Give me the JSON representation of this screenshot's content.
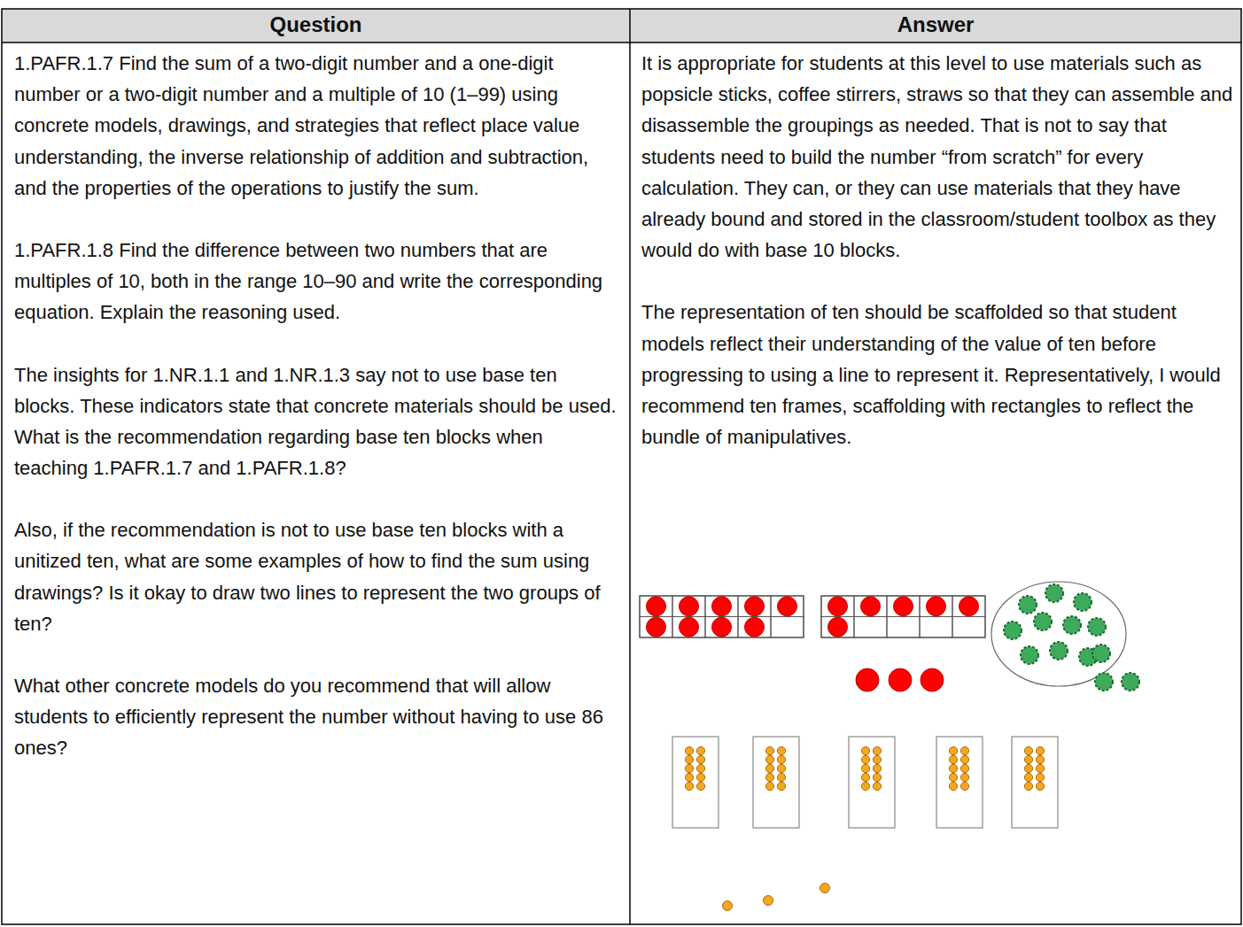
{
  "diagram": {
    "labels": [
      "Question",
      "Answer",
      "1.PAFR.1.7 Find the sum of a two-digit number and a one-digit number or a two-digit number and a multiple of 10 (1–99) using concrete models, drawings, and strategies that reflect place value understanding, the inverse relationship of addition and subtraction, and the properties of the operations to justify the sum.",
      "1.PAFR.1.8 Find the difference between two numbers that are multiples of 10, both in the range 10–90 and write the corresponding equation. Explain the reasoning used.",
      "The insights for 1.NR.1.1 and 1.NR.1.3 say not to use base ten blocks. These indicators state that concrete materials should be used. What is the recommendation regarding base ten blocks when teaching 1.PAFR.1.7 and 1.PAFR.1.8?",
      "Also, if the recommendation is not to use base ten blocks with a unitized ten, what are some examples of how to find the sum using drawings?  Is it okay to draw two lines to represent the two groups of ten?",
      "What other concrete models do you recommend that will allow students to efficiently represent the number without having to use 86 ones?",
      "It is appropriate for students at this level to use materials such as popsicle sticks, coffee stirrers, straws so that they can assemble and disassemble the groupings as needed. That is not to say that students need to build the number “from scratch” for every calculation. They can, or they can use materials that they have already bound and stored in the classroom/student toolbox as they would do with base 10 blocks.",
      "The representation of ten should be scaffolded so that student models reflect their understanding of the value of ten before progressing to using a line to represent it. Representatively, I would recommend ten frames, scaffolding with rectangles to reflect the bundle of manipulatives."
    ]
  }
}
